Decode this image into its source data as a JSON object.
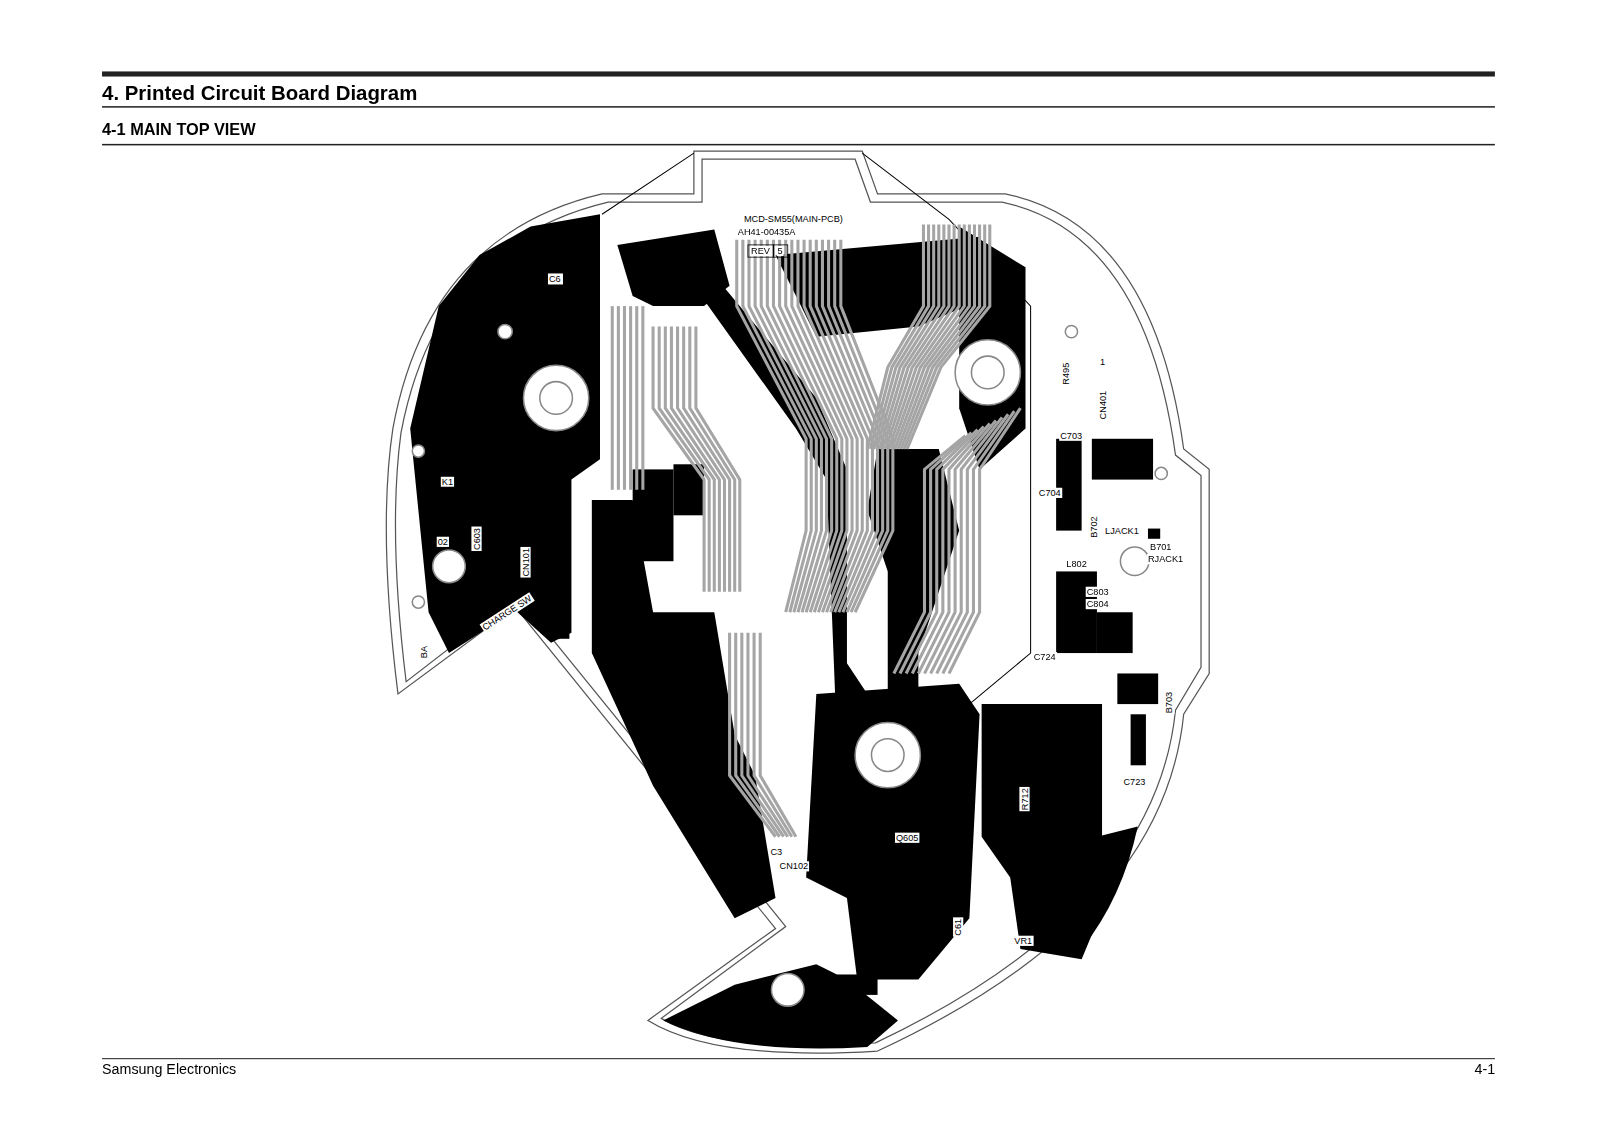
{
  "diagram": {
    "title": "4. Printed Circuit Board Diagram",
    "labels": [
      "4-1 MAIN TOP VIEW",
      "MCD-SM55(MAIN-PCB)",
      "AH41-00435A",
      "REV",
      "5",
      "C6",
      "R495",
      "1",
      "CN401",
      "C703",
      "C704",
      "B702",
      "LJACK1",
      "B701",
      "RJACK1",
      "L802",
      "C803",
      "C804",
      "C724",
      "B703",
      "C723",
      "R712",
      "VR1",
      "C61",
      "Q605",
      "C3",
      "CN102",
      "CN101",
      "C603",
      "CHARGE SW",
      "K1",
      "02",
      "BA",
      "Samsung Electronics",
      "4-1"
    ]
  }
}
